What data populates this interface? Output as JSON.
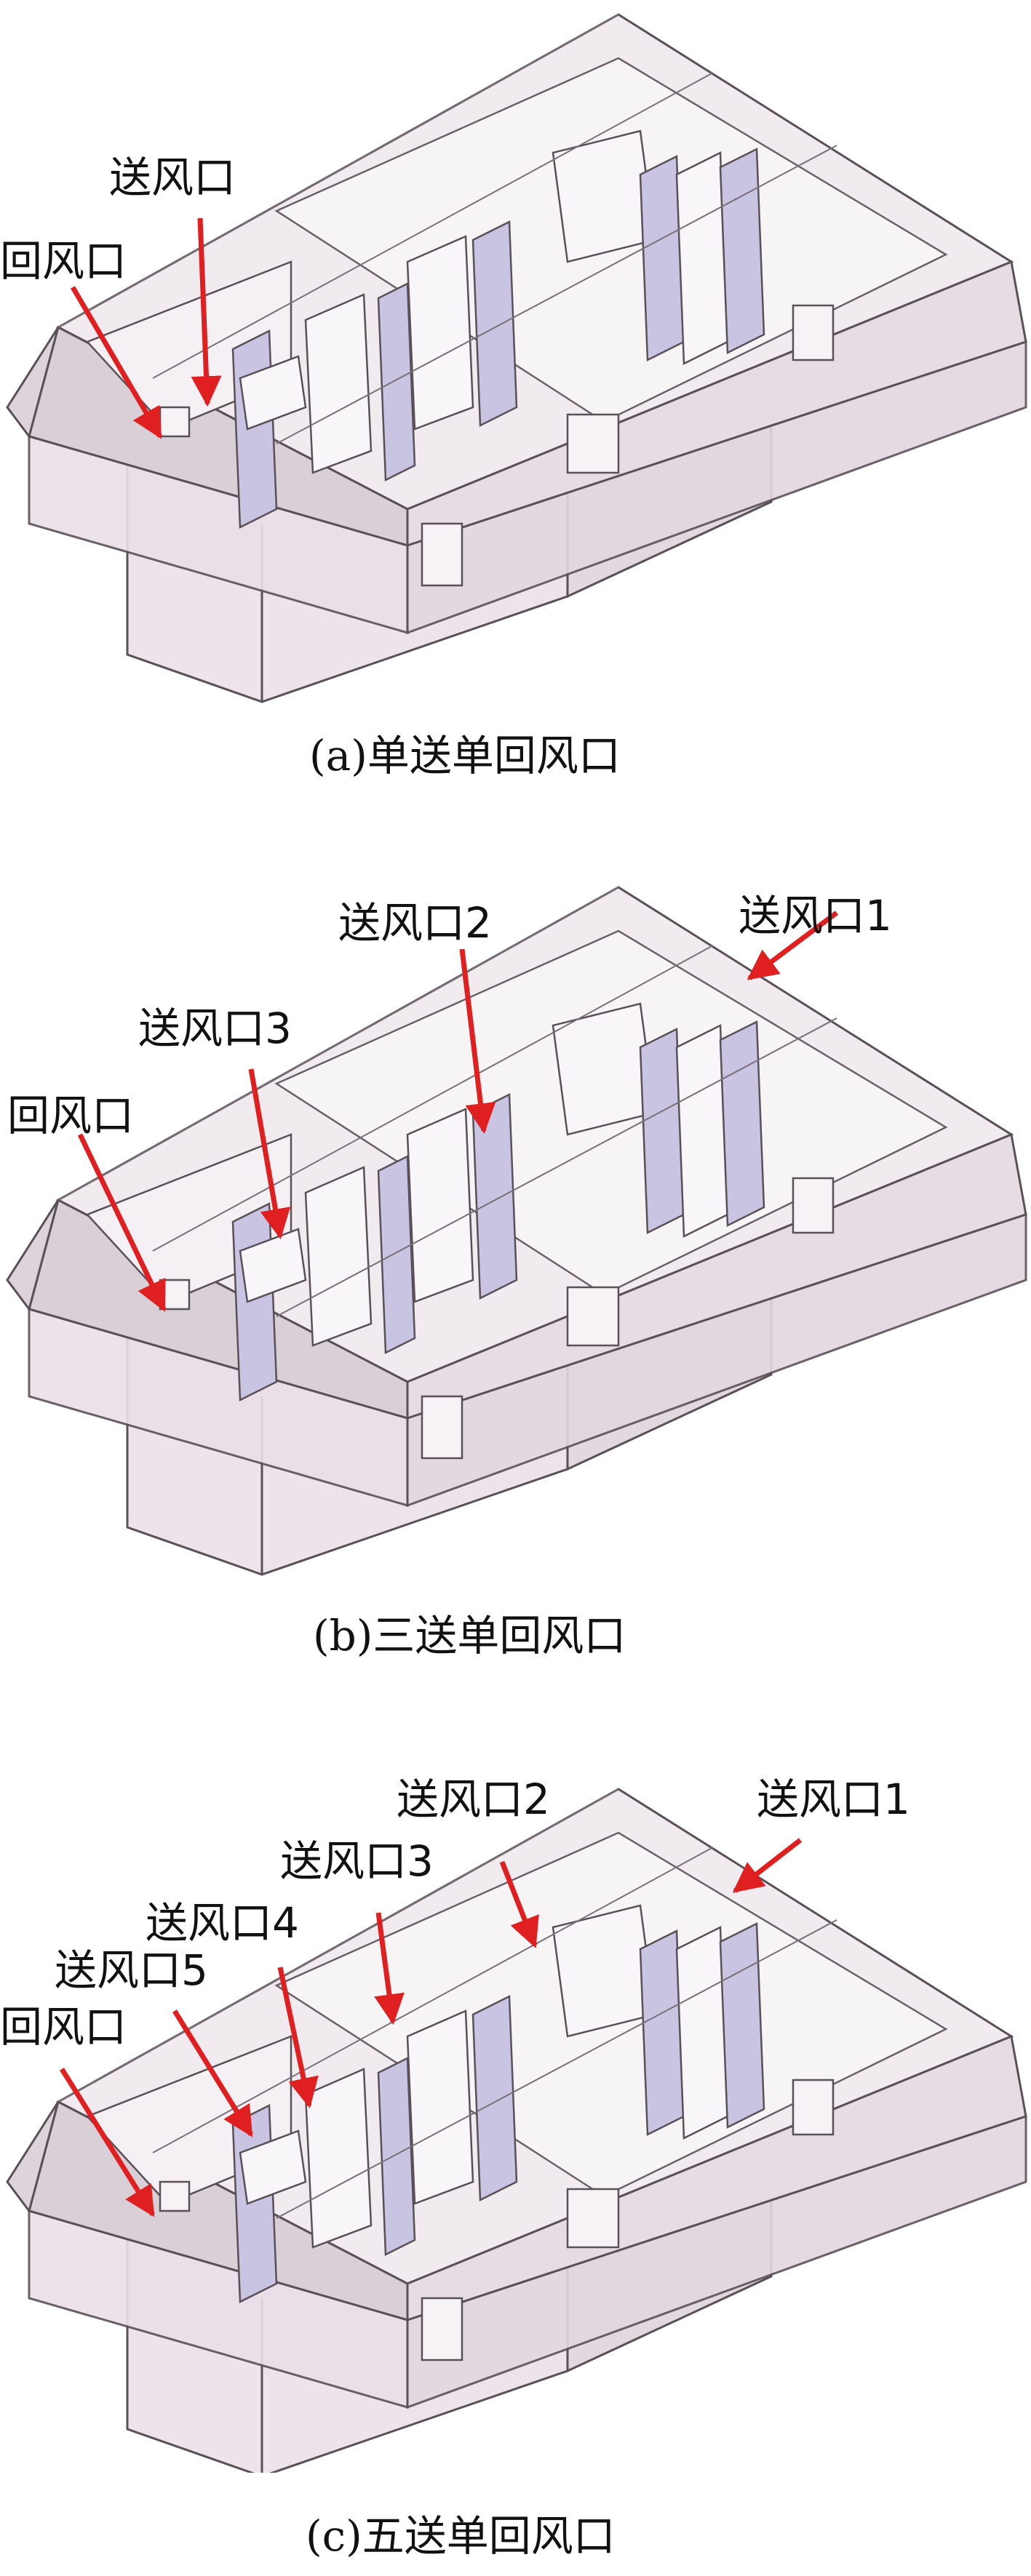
{
  "panels": [
    {
      "caption": "(a)单送单回风口",
      "labels": {
        "supply": "送风口",
        "return": "回风口"
      }
    },
    {
      "caption": "(b)三送单回风口",
      "labels": {
        "supply1": "送风口1",
        "supply2": "送风口2",
        "supply3": "送风口3",
        "return": "回风口"
      }
    },
    {
      "caption": "(c)五送单回风口",
      "labels": {
        "supply1": "送风口1",
        "supply2": "送风口2",
        "supply3": "送风口3",
        "supply4": "送风口4",
        "supply5": "送风口5",
        "return": "回风口"
      }
    }
  ],
  "colors": {
    "arrow": "#e02020",
    "outline": "#5a5058",
    "roof": "#d8d0d6",
    "cabin": "#e9dfe7",
    "seat": "#c9c4e2"
  }
}
